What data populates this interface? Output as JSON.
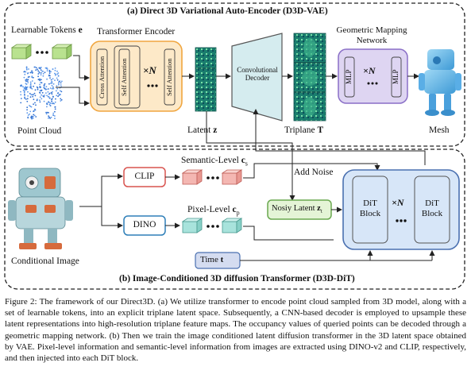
{
  "vae": {
    "title": "(a) Direct 3D Variational Auto-Encoder (D3D-VAE)",
    "learnable_tokens": "Learnable Tokens",
    "learnable_tokens_sym": "e",
    "transformer_encoder": "Transformer Encoder",
    "cross_attention": "Cross Attention",
    "self_attention_1": "Self Attention",
    "self_attention_2": "Self Attention",
    "times_n": "×N",
    "point_cloud": "Point Cloud",
    "latent": "Latent",
    "latent_sym": "z",
    "conv_decoder": "Convolutional Decoder",
    "triplane": "Triplane",
    "triplane_sym": "T",
    "geo_mapping": "Geometric Mapping Network",
    "mlp": "MLP",
    "mesh": "Mesh"
  },
  "dit": {
    "title": "(b) Image-Conditioned 3D diffusion Transformer (D3D-DiT)",
    "add_noise": "Add Noise",
    "clip": "CLIP",
    "dino": "DINO",
    "semantic_level": "Semantic-Level",
    "semantic_sym": "c",
    "semantic_sub": "s",
    "pixel_level": "Pixel-Level",
    "pixel_sym": "c",
    "pixel_sub": "p",
    "noisy_latent": "Nosiy Latent",
    "noisy_sym": "z",
    "noisy_sub": "t",
    "dit_block": "DiT Block",
    "times_n": "×N",
    "time": "Time",
    "time_sym": "t",
    "conditional_image": "Conditional Image"
  },
  "caption": "Figure 2: The framework of our Direct3D. (a) We utilize transformer to encode point cloud sampled from 3D model, along with a set of learnable tokens, into an explicit triplane latent space. Subsequently, a CNN-based decoder is employed to upsample these latent representations into high-resolution triplane feature maps. The occupancy values of queried points can be decoded through a geometric mapping network. (b) Then we train the image conditioned latent diffusion transformer in the 3D latent space obtained by VAE. Pixel-level information and semantic-level information from images are extracted using DINO-v2 and CLIP, respectively, and then injected into each DiT block.",
  "colors": {
    "encoder_fill": "#fde9c8",
    "encoder_stroke": "#f0a640",
    "decoder_fill": "#d5ecef",
    "decoder_stroke": "#555555",
    "mlp_fill": "#ded5f2",
    "mlp_stroke": "#8a6fc7",
    "dit_fill": "#d7e6f8",
    "dit_stroke": "#4a70b0",
    "clip_stroke": "#d9534f",
    "dino_stroke": "#2e7fb8",
    "noisy_fill": "#e4f4d6",
    "noisy_stroke": "#6aa84f",
    "time_fill": "#d4dcf0",
    "token_green": "#b9e28f",
    "token_red": "#f4b7b2",
    "token_teal": "#a8e3dc"
  }
}
